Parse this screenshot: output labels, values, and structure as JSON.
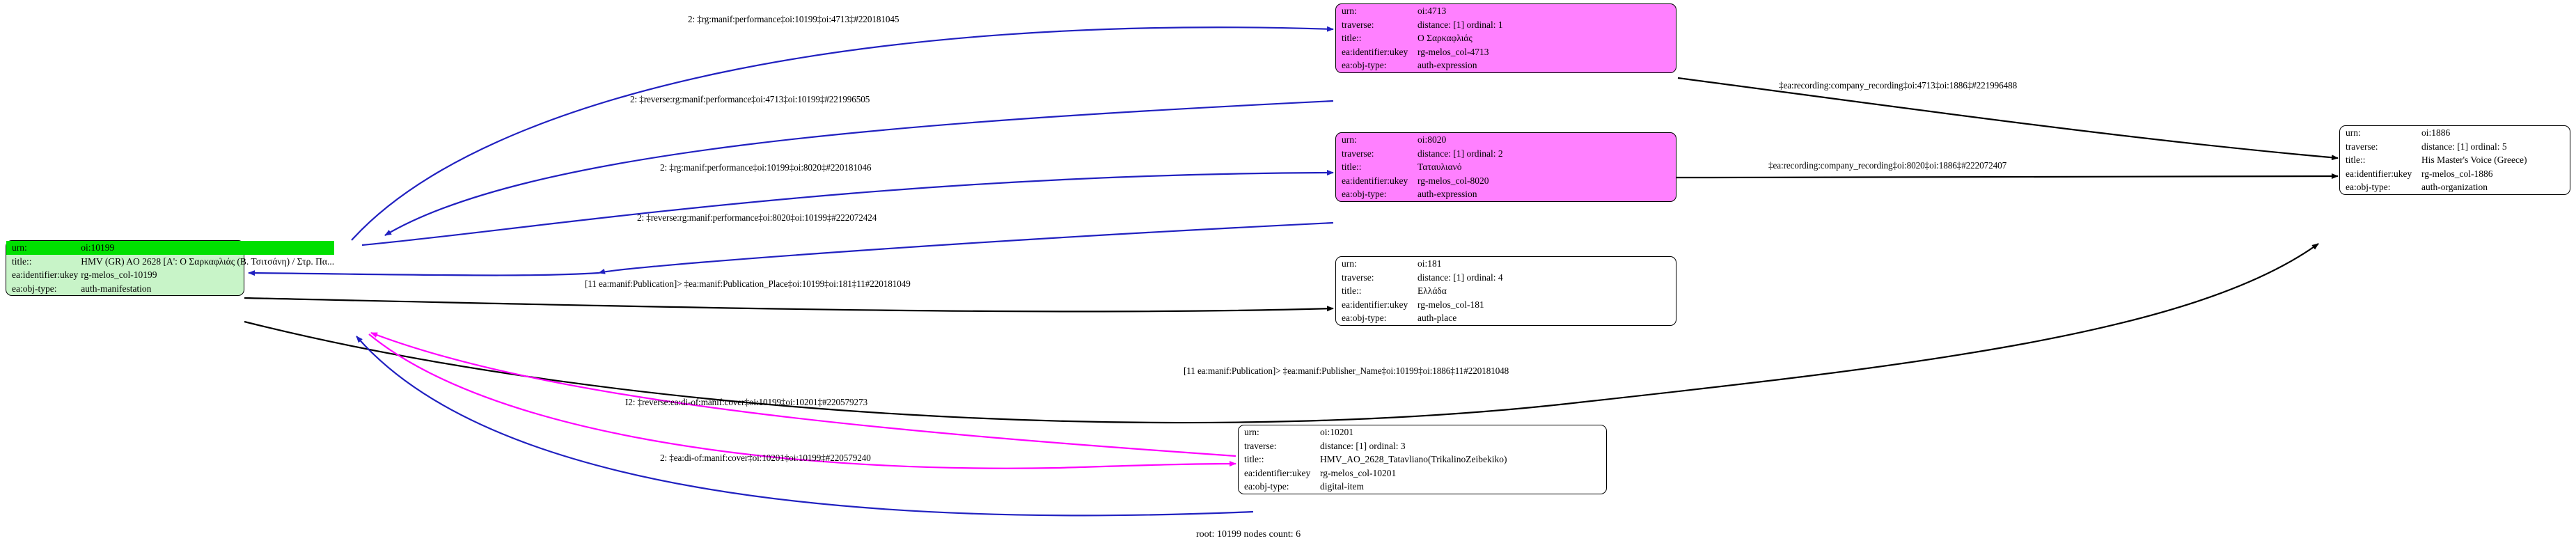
{
  "graph": {
    "caption": "root: 10199 nodes count: 6",
    "colors": {
      "root_fill": "#c8f4c8",
      "root_highlight": "#00e000",
      "expression_fill": "#ff80ff",
      "plain_fill": "#ffffff",
      "edge_blue": "#2020c0",
      "edge_magenta": "#ff00ff",
      "edge_black": "#000000"
    },
    "row_keys": {
      "urn": "urn:",
      "traverse": "traverse:",
      "title": "title::",
      "ukey": "ea:identifier:ukey",
      "objtype": "ea:obj-type:"
    }
  },
  "nodes": [
    {
      "id": "root-10199",
      "urn": "oi:10199",
      "title": "HMV (GR) AO 2628 [A': Ο Σαρκαφλιάς (Β. Τσιτσάνη) / Στρ. Πα...",
      "ukey": "rg-melos_col-10199",
      "objtype": "auth-manifestation"
    },
    {
      "id": "node-4713",
      "urn": "oi:4713",
      "traverse": "distance: [1]      ordinal: 1",
      "title": "Ο Σαρκαφλιάς",
      "ukey": "rg-melos_col-4713",
      "objtype": "auth-expression"
    },
    {
      "id": "node-8020",
      "urn": "oi:8020",
      "traverse": "distance: [1]      ordinal: 2",
      "title": "Ταταυλιανό",
      "ukey": "rg-melos_col-8020",
      "objtype": "auth-expression"
    },
    {
      "id": "node-181",
      "urn": "oi:181",
      "traverse": "distance: [1]      ordinal: 4",
      "title": "Ελλάδα",
      "ukey": "rg-melos_col-181",
      "objtype": "auth-place"
    },
    {
      "id": "node-1886",
      "urn": "oi:1886",
      "traverse": "distance: [1]      ordinal: 5",
      "title": "His Master's Voice (Greece)",
      "ukey": "rg-melos_col-1886",
      "objtype": "auth-organization"
    },
    {
      "id": "node-10201",
      "urn": "oi:10201",
      "traverse": "distance: [1]      ordinal: 3",
      "title": "HMV_AO_2628_Tatavliano(TrikalinoZeibekiko)",
      "ukey": "rg-melos_col-10201",
      "objtype": "digital-item"
    }
  ],
  "edges": [
    {
      "id": "e1",
      "label": "2: ‡rg:manif:performance‡oi:10199‡oi:4713‡#220181045",
      "color": "blue"
    },
    {
      "id": "e2",
      "label": "2: ‡reverse:rg:manif:performance‡oi:4713‡oi:10199‡#221996505",
      "color": "blue"
    },
    {
      "id": "e3",
      "label": "2: ‡rg:manif:performance‡oi:10199‡oi:8020‡#220181046",
      "color": "blue"
    },
    {
      "id": "e4",
      "label": "2: ‡reverse:rg:manif:performance‡oi:8020‡oi:10199‡#222072424",
      "color": "blue"
    },
    {
      "id": "e5",
      "label": "[11 ea:manif:Publication]> ‡ea:manif:Publication_Place‡oi:10199‡oi:181‡11#220181049",
      "color": "black"
    },
    {
      "id": "e6",
      "label": "[11 ea:manif:Publication]> ‡ea:manif:Publisher_Name‡oi:10199‡oi:1886‡11#220181048",
      "color": "black"
    },
    {
      "id": "e7",
      "label": "‡ea:recording:company_recording‡oi:4713‡oi:1886‡#221996488",
      "color": "black"
    },
    {
      "id": "e8",
      "label": "‡ea:recording:company_recording‡oi:8020‡oi:1886‡#222072407",
      "color": "black"
    },
    {
      "id": "e9",
      "label": "I2: ‡reverse:ea:di-of:manif:cover‡oi:10199‡oi:10201‡#220579273",
      "color": "magenta"
    },
    {
      "id": "e10",
      "label": "2: ‡ea:di-of:manif:cover‡oi:10201‡oi:10199‡#220579240",
      "color": "magenta"
    }
  ]
}
